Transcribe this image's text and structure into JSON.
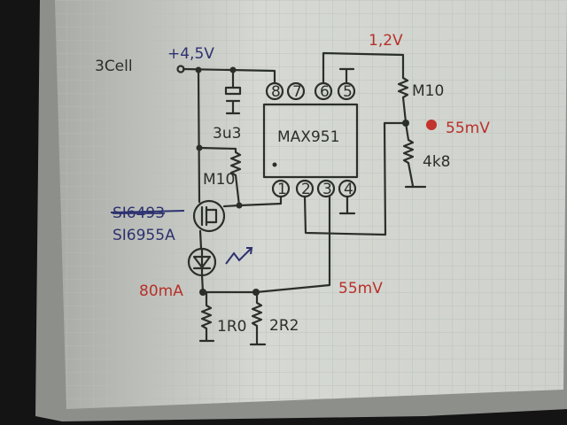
{
  "diagram": {
    "source_label": "3Cell",
    "supply_voltage": "+4,5V",
    "ic_name": "MAX951",
    "top_pins": [
      "8",
      "7",
      "6",
      "5"
    ],
    "bottom_pins": [
      "1",
      "2",
      "3",
      "4"
    ],
    "capacitor_value": "3u3",
    "gate_resistor": "M10",
    "divider_top_resistor": "M10",
    "divider_bottom_resistor": "4k8",
    "reference_voltage": "1,2V",
    "divider_voltage": "55mV",
    "mosfet_old": "SI6493",
    "mosfet_new": "SI6955A",
    "led_current": "80mA",
    "sense_voltage": "55mV",
    "sense_resistor_1": "1R0",
    "sense_resistor_2": "2R2"
  },
  "colors": {
    "paper": "#d9dcd6",
    "ink": "#2b2f2a",
    "blue_ink": "#2d3170",
    "red_ink": "#b8302a"
  }
}
